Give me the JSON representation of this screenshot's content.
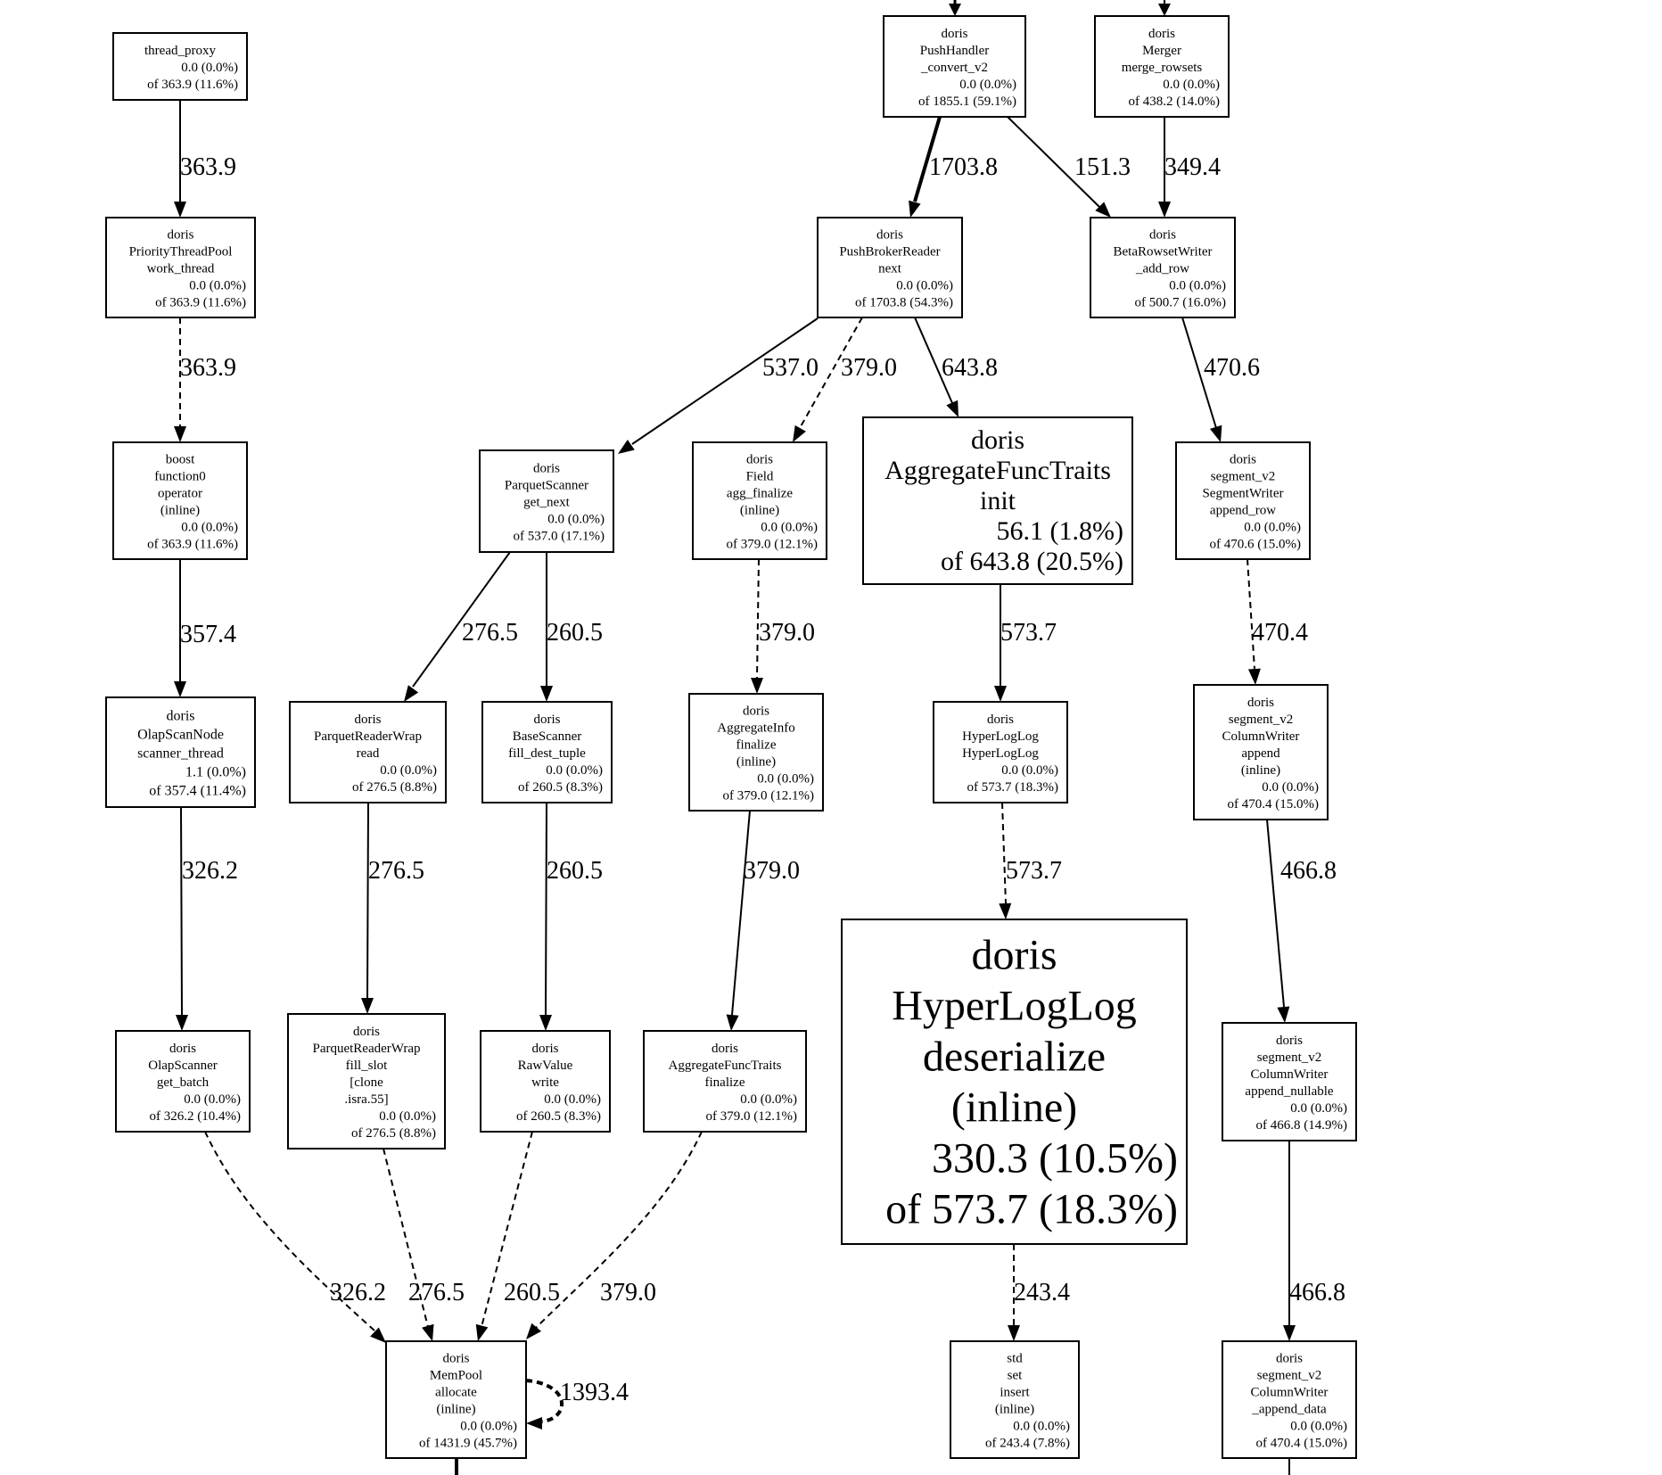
{
  "nodes": [
    {
      "id": "thread_proxy",
      "lines": [
        "thread_proxy",
        "0.0 (0.0%)",
        "of 363.9 (11.6%)"
      ]
    },
    {
      "id": "pushhandler",
      "lines": [
        "doris",
        "PushHandler",
        "_convert_v2",
        "0.0 (0.0%)",
        "of 1855.1 (59.1%)"
      ]
    },
    {
      "id": "merger",
      "lines": [
        "doris",
        "Merger",
        "merge_rowsets",
        "0.0 (0.0%)",
        "of 438.2 (14.0%)"
      ]
    },
    {
      "id": "prioritythreadpool",
      "lines": [
        "doris",
        "PriorityThreadPool",
        "work_thread",
        "0.0 (0.0%)",
        "of 363.9 (11.6%)"
      ]
    },
    {
      "id": "pushbrokerreader",
      "lines": [
        "doris",
        "PushBrokerReader",
        "next",
        "0.0 (0.0%)",
        "of 1703.8 (54.3%)"
      ]
    },
    {
      "id": "betarowsetwriter",
      "lines": [
        "doris",
        "BetaRowsetWriter",
        "_add_row",
        "0.0 (0.0%)",
        "of 500.7 (16.0%)"
      ]
    },
    {
      "id": "boost_function0",
      "lines": [
        "boost",
        "function0",
        "operator",
        "(inline)",
        "0.0 (0.0%)",
        "of 363.9 (11.6%)"
      ]
    },
    {
      "id": "parquetscanner",
      "lines": [
        "doris",
        "ParquetScanner",
        "get_next",
        "0.0 (0.0%)",
        "of 537.0 (17.1%)"
      ]
    },
    {
      "id": "field_agg_finalize",
      "lines": [
        "doris",
        "Field",
        "agg_finalize",
        "(inline)",
        "0.0 (0.0%)",
        "of 379.0 (12.1%)"
      ]
    },
    {
      "id": "aggregatefunctraits_init",
      "lines": [
        "doris",
        "AggregateFuncTraits",
        "init",
        "56.1 (1.8%)",
        "of 643.8 (20.5%)"
      ]
    },
    {
      "id": "segmentwriter_append_row",
      "lines": [
        "doris",
        "segment_v2",
        "SegmentWriter",
        "append_row",
        "0.0 (0.0%)",
        "of 470.6 (15.0%)"
      ]
    },
    {
      "id": "olapscannode",
      "lines": [
        "doris",
        "OlapScanNode",
        "scanner_thread",
        "1.1 (0.0%)",
        "of 357.4 (11.4%)"
      ]
    },
    {
      "id": "parquetreaderwrap_read",
      "lines": [
        "doris",
        "ParquetReaderWrap",
        "read",
        "0.0 (0.0%)",
        "of 276.5 (8.8%)"
      ]
    },
    {
      "id": "basescanner",
      "lines": [
        "doris",
        "BaseScanner",
        "fill_dest_tuple",
        "0.0 (0.0%)",
        "of 260.5 (8.3%)"
      ]
    },
    {
      "id": "aggregateinfo",
      "lines": [
        "doris",
        "AggregateInfo",
        "finalize",
        "(inline)",
        "0.0 (0.0%)",
        "of 379.0 (12.1%)"
      ]
    },
    {
      "id": "hyperloglog_ctor",
      "lines": [
        "doris",
        "HyperLogLog",
        "HyperLogLog",
        "0.0 (0.0%)",
        "of 573.7 (18.3%)"
      ]
    },
    {
      "id": "columnwriter_append",
      "lines": [
        "doris",
        "segment_v2",
        "ColumnWriter",
        "append",
        "(inline)",
        "0.0 (0.0%)",
        "of 470.4 (15.0%)"
      ]
    },
    {
      "id": "olapscanner",
      "lines": [
        "doris",
        "OlapScanner",
        "get_batch",
        "0.0 (0.0%)",
        "of 326.2 (10.4%)"
      ]
    },
    {
      "id": "parquetreaderwrap_fill_slot",
      "lines": [
        "doris",
        "ParquetReaderWrap",
        "fill_slot",
        "[clone",
        ".isra.55]",
        "0.0 (0.0%)",
        "of 276.5 (8.8%)"
      ]
    },
    {
      "id": "rawvalue",
      "lines": [
        "doris",
        "RawValue",
        "write",
        "0.0 (0.0%)",
        "of 260.5 (8.3%)"
      ]
    },
    {
      "id": "aggregatefunctraits_finalize",
      "lines": [
        "doris",
        "AggregateFuncTraits",
        "finalize",
        "0.0 (0.0%)",
        "of 379.0 (12.1%)"
      ]
    },
    {
      "id": "hyperloglog_deserialize",
      "lines": [
        "doris",
        "HyperLogLog",
        "deserialize",
        "(inline)",
        "330.3 (10.5%)",
        "of 573.7 (18.3%)"
      ]
    },
    {
      "id": "columnwriter_append_nullable",
      "lines": [
        "doris",
        "segment_v2",
        "ColumnWriter",
        "append_nullable",
        "0.0 (0.0%)",
        "of 466.8 (14.9%)"
      ]
    },
    {
      "id": "mempool",
      "lines": [
        "doris",
        "MemPool",
        "allocate",
        "(inline)",
        "0.0 (0.0%)",
        "of 1431.9 (45.7%)"
      ]
    },
    {
      "id": "std_set_insert",
      "lines": [
        "std",
        "set",
        "insert",
        "(inline)",
        "0.0 (0.0%)",
        "of 243.4 (7.8%)"
      ]
    },
    {
      "id": "columnwriter_append_data",
      "lines": [
        "doris",
        "segment_v2",
        "ColumnWriter",
        "_append_data",
        "0.0 (0.0%)",
        "of 470.4 (15.0%)"
      ]
    }
  ],
  "edges": [
    {
      "id": "e1",
      "from": "thread_proxy",
      "to": "prioritythreadpool",
      "label": "363.9",
      "style": "solid"
    },
    {
      "id": "e2",
      "from": "prioritythreadpool",
      "to": "boost_function0",
      "label": "363.9",
      "style": "dashed"
    },
    {
      "id": "e3",
      "from": "boost_function0",
      "to": "olapscannode",
      "label": "357.4",
      "style": "solid"
    },
    {
      "id": "e4",
      "from": "olapscannode",
      "to": "olapscanner",
      "label": "326.2",
      "style": "solid"
    },
    {
      "id": "e5",
      "from": "olapscanner",
      "to": "mempool",
      "label": "326.2",
      "style": "dashed"
    },
    {
      "id": "e6",
      "from": "pushhandler",
      "to": "pushbrokerreader",
      "label": "1703.8",
      "style": "solid"
    },
    {
      "id": "e7",
      "from": "pushhandler",
      "to": "betarowsetwriter",
      "label": "151.3",
      "style": "solid"
    },
    {
      "id": "e8",
      "from": "merger",
      "to": "betarowsetwriter",
      "label": "349.4",
      "style": "solid"
    },
    {
      "id": "e9",
      "from": "pushbrokerreader",
      "to": "parquetscanner",
      "label": "537.0",
      "style": "solid"
    },
    {
      "id": "e10",
      "from": "pushbrokerreader",
      "to": "field_agg_finalize",
      "label": "379.0",
      "style": "dashed"
    },
    {
      "id": "e11",
      "from": "pushbrokerreader",
      "to": "aggregatefunctraits_init",
      "label": "643.8",
      "style": "solid"
    },
    {
      "id": "e12",
      "from": "betarowsetwriter",
      "to": "segmentwriter_append_row",
      "label": "470.6",
      "style": "solid"
    },
    {
      "id": "e13",
      "from": "parquetscanner",
      "to": "parquetreaderwrap_read",
      "label": "276.5",
      "style": "solid"
    },
    {
      "id": "e14",
      "from": "parquetscanner",
      "to": "basescanner",
      "label": "260.5",
      "style": "solid"
    },
    {
      "id": "e15",
      "from": "field_agg_finalize",
      "to": "aggregateinfo",
      "label": "379.0",
      "style": "dashed"
    },
    {
      "id": "e16",
      "from": "aggregatefunctraits_init",
      "to": "hyperloglog_ctor",
      "label": "573.7",
      "style": "solid"
    },
    {
      "id": "e17",
      "from": "segmentwriter_append_row",
      "to": "columnwriter_append",
      "label": "470.4",
      "style": "dashed"
    },
    {
      "id": "e18",
      "from": "parquetreaderwrap_read",
      "to": "parquetreaderwrap_fill_slot",
      "label": "276.5",
      "style": "solid"
    },
    {
      "id": "e19",
      "from": "basescanner",
      "to": "rawvalue",
      "label": "260.5",
      "style": "solid"
    },
    {
      "id": "e20",
      "from": "aggregateinfo",
      "to": "aggregatefunctraits_finalize",
      "label": "379.0",
      "style": "solid"
    },
    {
      "id": "e21",
      "from": "hyperloglog_ctor",
      "to": "hyperloglog_deserialize",
      "label": "573.7",
      "style": "dashed"
    },
    {
      "id": "e22",
      "from": "columnwriter_append",
      "to": "columnwriter_append_nullable",
      "label": "466.8",
      "style": "solid"
    },
    {
      "id": "e23",
      "from": "parquetreaderwrap_fill_slot",
      "to": "mempool",
      "label": "276.5",
      "style": "dashed"
    },
    {
      "id": "e24",
      "from": "rawvalue",
      "to": "mempool",
      "label": "260.5",
      "style": "dashed"
    },
    {
      "id": "e25",
      "from": "aggregatefunctraits_finalize",
      "to": "mempool",
      "label": "379.0",
      "style": "dashed"
    },
    {
      "id": "e26",
      "from": "hyperloglog_deserialize",
      "to": "std_set_insert",
      "label": "243.4",
      "style": "dashed"
    },
    {
      "id": "e27",
      "from": "columnwriter_append_nullable",
      "to": "columnwriter_append_data",
      "label": "466.8",
      "style": "solid"
    },
    {
      "id": "e28",
      "from": "mempool",
      "to": "mempool",
      "label": "1393.4",
      "style": "dashed"
    }
  ]
}
